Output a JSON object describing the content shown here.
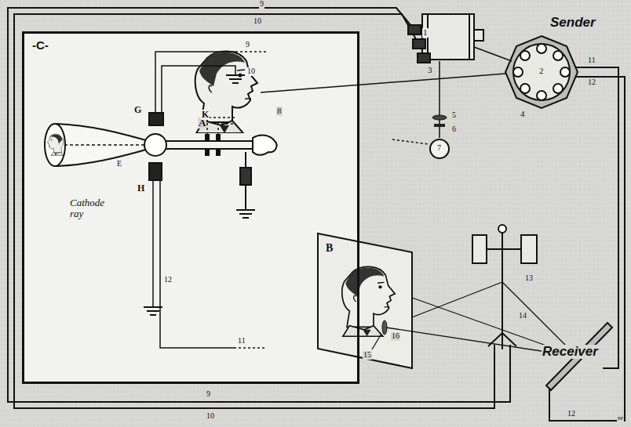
{
  "diagram": {
    "nodes": [
      {
        "text": [
          "-C-"
        ]
      }
    ],
    "labels": [
      "Sender",
      "1",
      "3",
      "2",
      "4",
      "11",
      "12",
      "9",
      "10",
      "8",
      "A",
      "5",
      "6",
      "7",
      "B",
      "13",
      "14",
      "16",
      "15",
      "Receiver",
      "9",
      "10",
      "12",
      "9",
      "10",
      "G",
      "K",
      "E",
      "H",
      "12",
      "11",
      "Cathode ray",
      "ee"
    ]
  }
}
